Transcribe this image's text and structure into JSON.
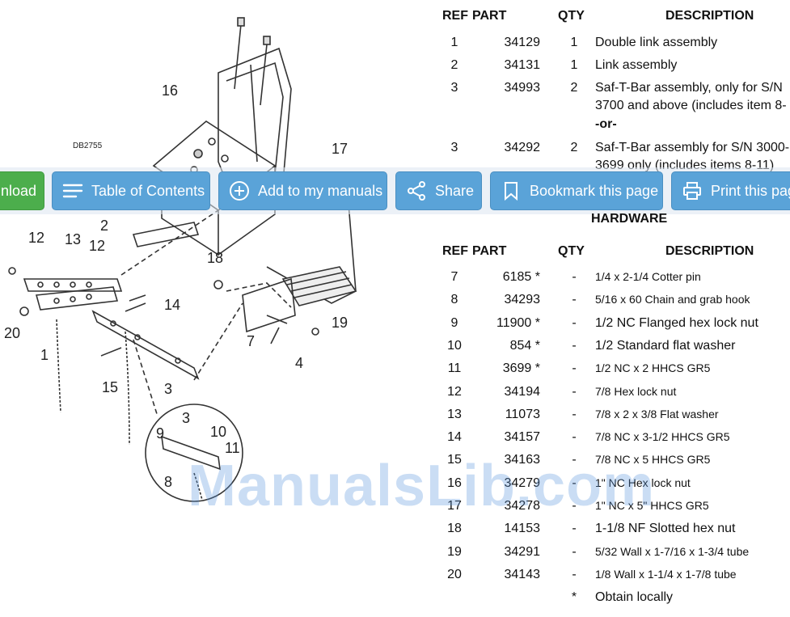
{
  "diagram": {
    "code": "DB2755",
    "callouts": [
      "16",
      "17",
      "2",
      "12",
      "13",
      "12",
      "18",
      "14",
      "20",
      "1",
      "7",
      "19",
      "4",
      "15",
      "3",
      "9",
      "3",
      "10",
      "11",
      "8"
    ]
  },
  "table1": {
    "headers": {
      "ref": "REF",
      "part": "PART",
      "qty": "QTY",
      "desc": "DESCRIPTION"
    },
    "rows": [
      {
        "ref": "1",
        "part": "34129",
        "qty": "1",
        "desc": "Double link assembly"
      },
      {
        "ref": "2",
        "part": "34131",
        "qty": "1",
        "desc": "Link assembly"
      },
      {
        "ref": "3",
        "part": "34993",
        "qty": "2",
        "desc": "Saf-T-Bar assembly, only for S/N",
        "desc2": "3700 and above (includes item 8-"
      },
      {
        "ref": "",
        "part": "",
        "qty": "",
        "desc": "-or-"
      },
      {
        "ref": "3",
        "part": "34292",
        "qty": "2",
        "desc": "Saf-T-Bar assembly for S/N 3000-",
        "desc2": "3699 only (includes items 8-11)"
      }
    ]
  },
  "hardware_title": "HARDWARE",
  "table2": {
    "headers": {
      "ref": "REF",
      "part": "PART",
      "qty": "QTY",
      "desc": "DESCRIPTION"
    },
    "rows": [
      {
        "ref": "7",
        "part": "6185 *",
        "qty": "-",
        "desc": "1/4 x 2-1/4 Cotter pin",
        "size": "small"
      },
      {
        "ref": "8",
        "part": "34293",
        "qty": "-",
        "desc": "5/16 x 60 Chain and grab hook",
        "size": "small"
      },
      {
        "ref": "9",
        "part": "11900 *",
        "qty": "-",
        "desc": "1/2 NC Flanged hex lock nut",
        "size": "big"
      },
      {
        "ref": "10",
        "part": "854 *",
        "qty": "-",
        "desc": "1/2 Standard flat washer",
        "size": "big"
      },
      {
        "ref": "11",
        "part": "3699 *",
        "qty": "-",
        "desc": "1/2 NC x 2 HHCS GR5",
        "size": "small"
      },
      {
        "ref": "12",
        "part": "34194",
        "qty": "-",
        "desc": "7/8 Hex lock nut",
        "size": "small"
      },
      {
        "ref": "13",
        "part": "11073",
        "qty": "-",
        "desc": "7/8 x 2 x 3/8 Flat washer",
        "size": "small"
      },
      {
        "ref": "14",
        "part": "34157",
        "qty": "-",
        "desc": "7/8 NC x 3-1/2 HHCS GR5",
        "size": "small"
      },
      {
        "ref": "15",
        "part": "34163",
        "qty": "-",
        "desc": "7/8 NC x 5 HHCS GR5",
        "size": "small"
      },
      {
        "ref": "16",
        "part": "34279",
        "qty": "-",
        "desc": "1\" NC Hex lock nut",
        "size": "small"
      },
      {
        "ref": "17",
        "part": "34278",
        "qty": "-",
        "desc": "1\" NC x 5\" HHCS GR5",
        "size": "small"
      },
      {
        "ref": "18",
        "part": "14153",
        "qty": "-",
        "desc": "1-1/8 NF Slotted hex nut",
        "size": "big"
      },
      {
        "ref": "19",
        "part": "34291",
        "qty": "-",
        "desc": "5/32 Wall x 1-7/16 x 1-3/4 tube",
        "size": "small"
      },
      {
        "ref": "20",
        "part": "34143",
        "qty": "-",
        "desc": "1/8 Wall x 1-1/4 x 1-7/8 tube",
        "size": "small"
      },
      {
        "ref": "",
        "part": "",
        "qty": "*",
        "desc": "Obtain locally",
        "size": "big"
      }
    ]
  },
  "toolbar": {
    "download": "nload",
    "toc": "Table of Contents",
    "add": "Add to my manuals",
    "share": "Share",
    "bookmark": "Bookmark this page",
    "print": "Print this page"
  },
  "watermark": "ManualsLib.com",
  "colors": {
    "button": "#5aa3d8",
    "download": "#4cae4c",
    "watermark": "#5a96dc"
  },
  "icons": [
    "menu-icon",
    "plus-circle-icon",
    "share-icon",
    "bookmark-icon",
    "printer-icon"
  ]
}
